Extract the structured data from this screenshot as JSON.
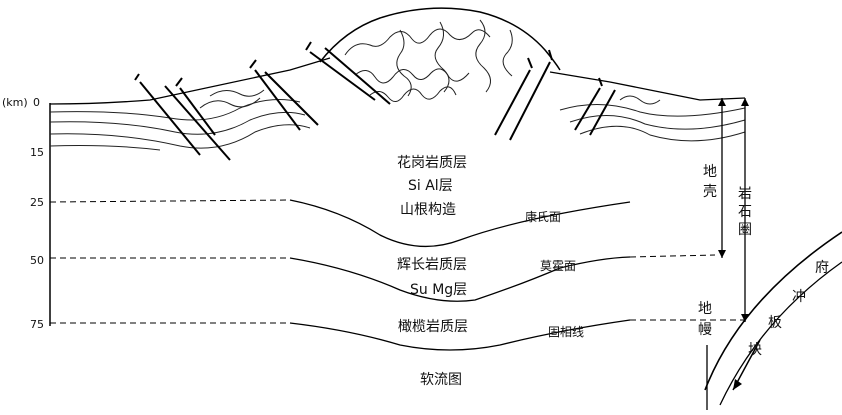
{
  "axis": {
    "unit": "(km)",
    "ticks": [
      "0",
      "15",
      "25",
      "50",
      "75"
    ]
  },
  "layers": {
    "granite": "花岗岩质层",
    "sial": "Si Al层",
    "mountain_root": "山根构造",
    "gabbro": "辉长岩质层",
    "sima": "Su Mg层",
    "peridotite": "橄榄岩质层",
    "asthenosphere": "软流图"
  },
  "boundaries": {
    "conrad": "康氏面",
    "moho": "莫霍面",
    "phase_line": "固相线"
  },
  "side_labels": {
    "crust_1": "地",
    "crust_2": "壳",
    "litho_1": "岩",
    "litho_2": "石",
    "litho_3": "圈",
    "mantle_1": "地",
    "mantle_2": "幔"
  },
  "plate": {
    "c1": "府",
    "c2": "冲",
    "c3": "板",
    "c4": "块"
  }
}
